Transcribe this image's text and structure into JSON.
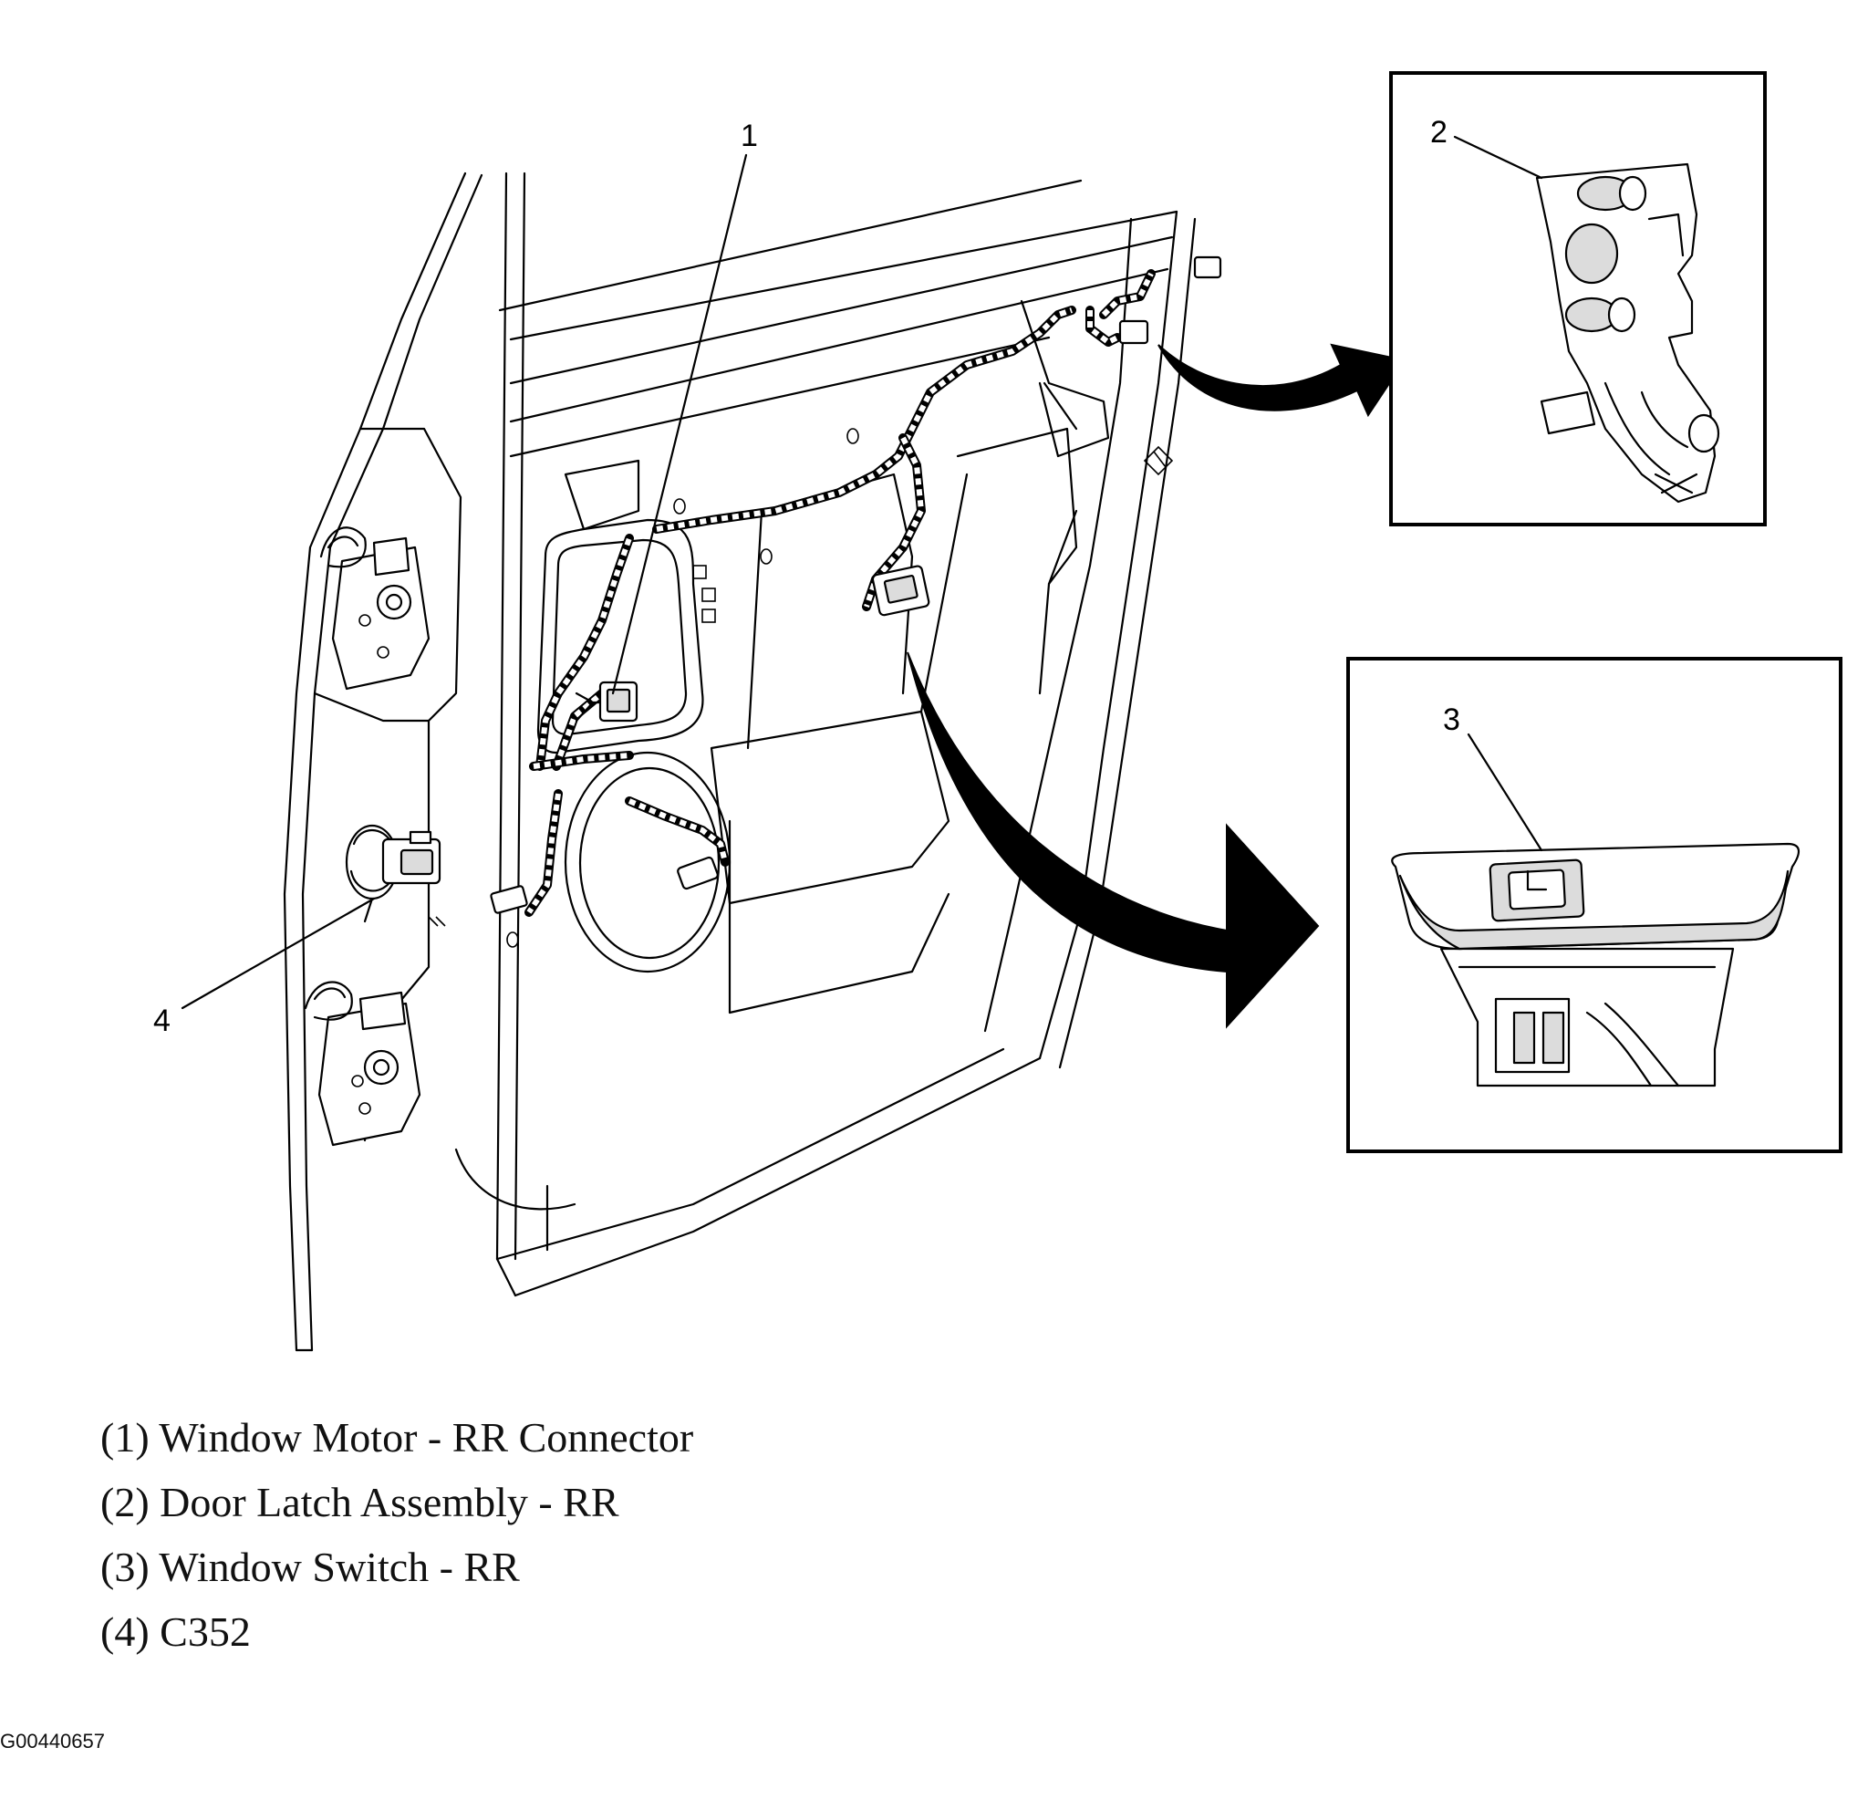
{
  "callouts": {
    "c1": "1",
    "c2": "2",
    "c3": "3",
    "c4": "4"
  },
  "legend": [
    "(1) Window Motor - RR Connector",
    "(2) Door Latch Assembly - RR",
    "(3) Window Switch - RR",
    "(4) C352"
  ],
  "figure_id": "G00440657"
}
